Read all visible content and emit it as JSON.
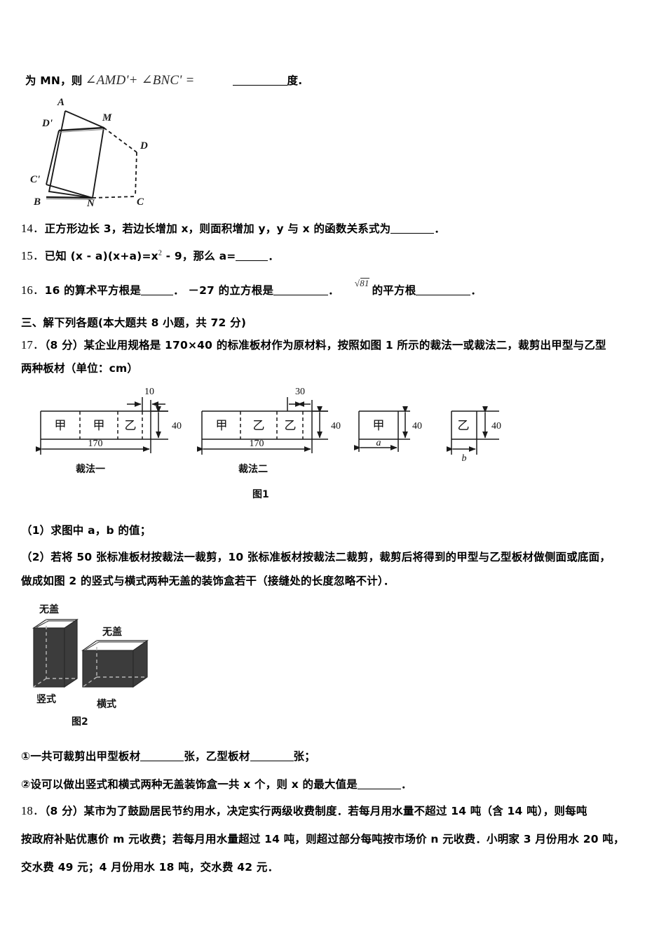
{
  "document": {
    "type": "math-exam-paper",
    "language": "zh-CN"
  },
  "q13_tail": {
    "prefix": "为 MN，则",
    "formula": "∠AMD'+ ∠BNC' =",
    "suffix": "度.",
    "figure": {
      "name": "folding-quadrilateral",
      "labels": [
        "A",
        "D'",
        "M",
        "D",
        "C'",
        "B",
        "N",
        "C"
      ]
    }
  },
  "q14": {
    "number": "14．",
    "text_a": "正方形边长 3，若边长增加 x，则面积增加 y，y 与 x 的函数关系式为",
    "text_b": "．"
  },
  "q15": {
    "number": "15．",
    "text_a": "已知 (x - a)(x+a)=x",
    "exp": "2",
    "text_b": " - 9，那么 a=",
    "text_c": "．"
  },
  "q16": {
    "number": "16．",
    "text_a": "16 的算术平方根是",
    "text_b": "．  －27 的立方根是",
    "text_c": "．",
    "radical": "81",
    "text_d": "的平方根",
    "text_e": "．"
  },
  "section3": {
    "heading": "三、解下列各题(本大题共 8 小题，共 72 分)"
  },
  "q17": {
    "number": "17．",
    "score": "（8 分）",
    "line1": "某企业用规格是 170×40 的标准板材作为原材料，按照如图 1 所示的裁法一或裁法二，裁剪出甲型与乙型",
    "line2": "两种板材（单位：cm）",
    "figure1": {
      "caption": "图1",
      "plan_a": {
        "label": "裁法一",
        "pieces": [
          "甲",
          "甲",
          "乙"
        ],
        "total_width": "170",
        "height": "40",
        "gap": "10"
      },
      "plan_b": {
        "label": "裁法二",
        "pieces": [
          "甲",
          "乙",
          "乙"
        ],
        "total_width": "170",
        "height": "40",
        "gap": "30"
      },
      "piece_a": {
        "char": "甲",
        "width": "a",
        "height": "40"
      },
      "piece_b": {
        "char": "乙",
        "width": "b",
        "height": "40"
      }
    },
    "sub1": "（1）求图中 a，b 的值；",
    "sub2_line1": "（2）若将 50 张标准板材按裁法一裁剪，10 张标准板材按裁法二裁剪，裁剪后将得到的甲型与乙型板材做侧面或底面，",
    "sub2_line2": "做成如图 2 的竖式与横式两种无盖的装饰盒若干（接缝处的长度忽略不计）．",
    "figure2": {
      "caption": "图2",
      "box_vertical": {
        "top_label": "无盖",
        "name": "竖式"
      },
      "box_horizontal": {
        "top_label": "无盖",
        "name": "横式"
      }
    },
    "item1_a": "①一共可裁剪出甲型板材",
    "item1_b": "张，乙型板材",
    "item1_c": "张；",
    "item2_a": "②设可以做出竖式和横式两种无盖装饰盒一共 x 个，则 x 的最大值是",
    "item2_b": "．"
  },
  "q18": {
    "number": "18．",
    "score": "（8 分）",
    "line1": "某市为了鼓励居民节约用水，决定实行两级收费制度．若每月用水量不超过 14 吨（含 14 吨），则每吨",
    "line2": "按政府补贴优惠价 m 元收费；若每月用水量超过 14 吨，则超过部分每吨按市场价 n 元收费．小明家 3 月份用水 20 吨，",
    "line3": "交水费 49 元；4 月份用水 18 吨，交水费 42 元．"
  },
  "colors": {
    "ink": "#000000",
    "box_fill": "#3c3c3c",
    "box_top": "#ffffff",
    "figure_line": "#1a1a1a"
  }
}
